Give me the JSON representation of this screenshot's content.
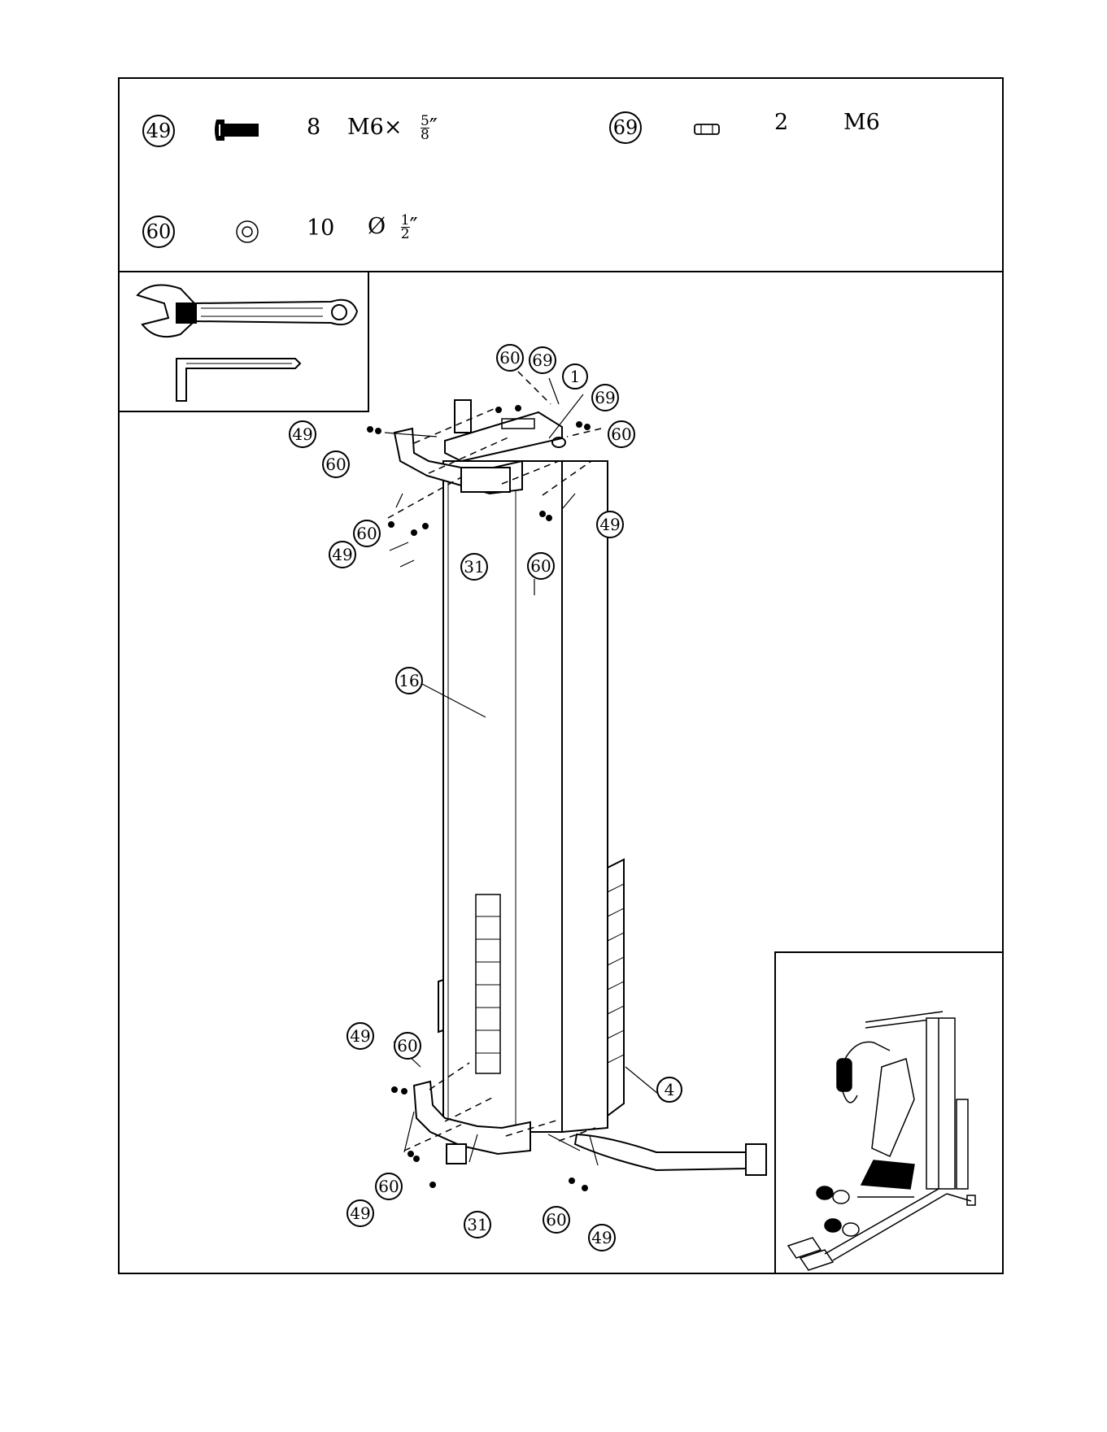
{
  "parts": [
    {
      "number": "49",
      "icon": "bolt-icon",
      "quantity": "8",
      "size_main": "M6×",
      "size_num": "5",
      "size_den": "8",
      "size_unit": "″"
    },
    {
      "number": "69",
      "icon": "nut-icon",
      "quantity": "2",
      "size_main": "M6"
    },
    {
      "number": "60",
      "icon": "washer-icon",
      "quantity": "10",
      "size_main": "Ø",
      "size_num": "1",
      "size_den": "2",
      "size_unit": "″"
    }
  ],
  "tools": [
    "wrench-icon",
    "allen-key-icon"
  ],
  "callouts": {
    "c60a": "60",
    "c69a": "69",
    "c1": "1",
    "c69b": "69",
    "c60b": "60",
    "c49a": "49",
    "c60c": "60",
    "c60d": "60",
    "c49b": "49",
    "c31a": "31",
    "c60e": "60",
    "c49c": "49",
    "c16": "16",
    "c49d": "49",
    "c60f": "60",
    "c4": "4",
    "c60g": "60",
    "c49e": "49",
    "c31b": "31",
    "c60h": "60",
    "c49f": "49"
  }
}
